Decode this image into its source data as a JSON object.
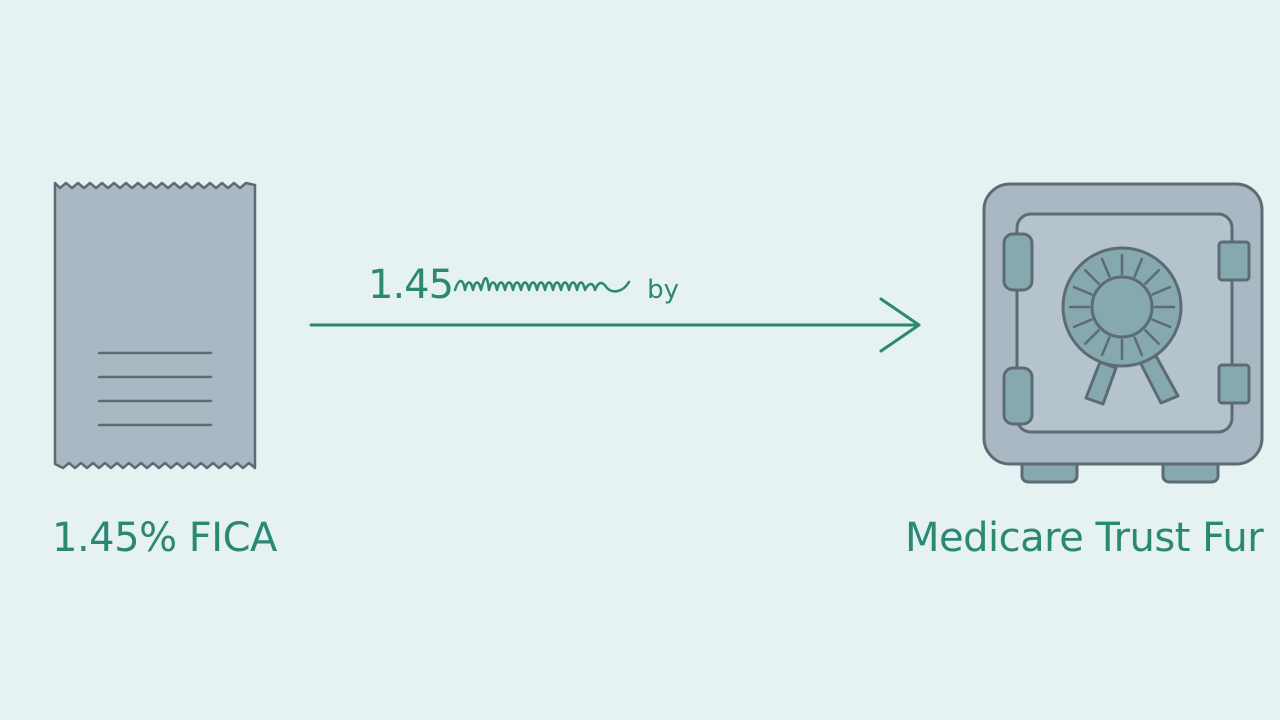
{
  "source": {
    "label": "1.45% FICA",
    "icon": "receipt-icon"
  },
  "flow": {
    "caption_number": "1.45",
    "caption_trailing": "by",
    "icon": "arrow-right-icon"
  },
  "destination": {
    "label": "Medicare Trust Fur",
    "icon": "safe-icon"
  },
  "colors": {
    "background": "#e6f1f2",
    "accent": "#2a8873",
    "icon_fill": "#a9b8c2",
    "icon_stroke": "#5d6b75",
    "icon_teal": "#85a9ae"
  }
}
